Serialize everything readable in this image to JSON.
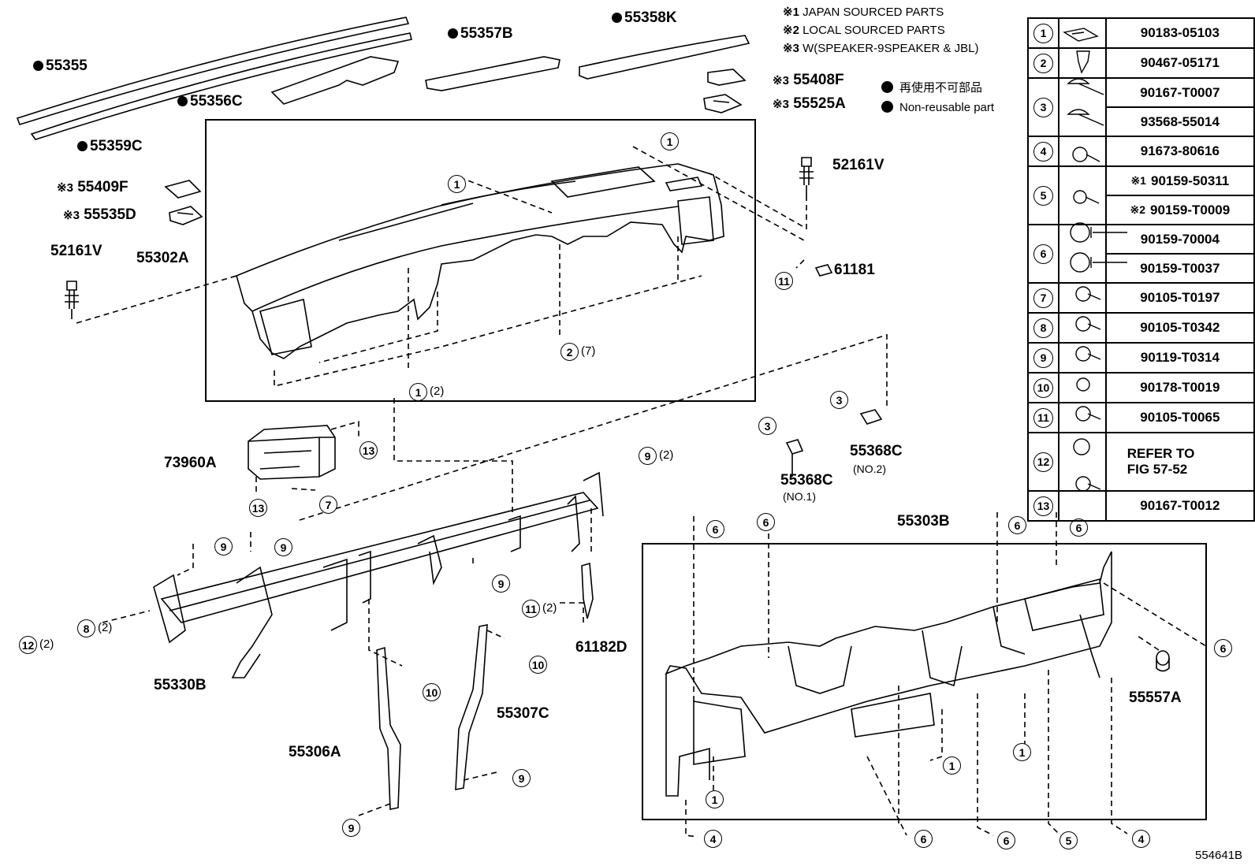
{
  "notes": {
    "n1_mark": "※1",
    "n1_text": "JAPAN SOURCED PARTS",
    "n2_mark": "※2",
    "n2_text": "LOCAL SOURCED PARTS",
    "n3_mark": "※3",
    "n3_text": "W(SPEAKER-9SPEAKER & JBL)",
    "nonreusable_jp": "再使用不可部品",
    "nonreusable_en": "Non-reusable part"
  },
  "parts": {
    "p55355": "55355",
    "p55359C": "55359C",
    "p55356C": "55356C",
    "p55357B": "55357B",
    "p55358K": "55358K",
    "p55408F": "55408F",
    "p55525A": "55525A",
    "p55409F": "55409F",
    "p55535D": "55535D",
    "p52161V_left": "52161V",
    "p52161V_right": "52161V",
    "p55302A": "55302A",
    "p61181": "61181",
    "p73960A": "73960A",
    "p55368C_1": "55368C",
    "p55368C_1_sub": "(NO.1)",
    "p55368C_2": "55368C",
    "p55368C_2_sub": "(NO.2)",
    "p55303B": "55303B",
    "p55557A": "55557A",
    "p61182D": "61182D",
    "p55330B": "55330B",
    "p55306A": "55306A",
    "p55307C": "55307C",
    "mark3": "※3"
  },
  "qty": {
    "two": "(2)",
    "seven": "(7)"
  },
  "fasteners": [
    {
      "no": "1",
      "pn": [
        "90183-05103"
      ]
    },
    {
      "no": "2",
      "pn": [
        "90467-05171"
      ]
    },
    {
      "no": "3",
      "pn": [
        "90167-T0007",
        "93568-55014"
      ]
    },
    {
      "no": "4",
      "pn": [
        "91673-80616"
      ]
    },
    {
      "no": "5",
      "pn": [
        "90159-50311",
        "90159-T0009"
      ],
      "marks": [
        "※1",
        "※2"
      ]
    },
    {
      "no": "6",
      "pn": [
        "90159-70004",
        "90159-T0037"
      ]
    },
    {
      "no": "7",
      "pn": [
        "90105-T0197"
      ]
    },
    {
      "no": "8",
      "pn": [
        "90105-T0342"
      ]
    },
    {
      "no": "9",
      "pn": [
        "90119-T0314"
      ]
    },
    {
      "no": "10",
      "pn": [
        "90178-T0019"
      ]
    },
    {
      "no": "11",
      "pn": [
        "90105-T0065"
      ]
    },
    {
      "no": "12",
      "pn": [
        "REFER TO",
        "FIG 57-52"
      ]
    },
    {
      "no": "13",
      "pn": [
        "90167-T0012"
      ]
    }
  ],
  "figure_id": "554641B"
}
